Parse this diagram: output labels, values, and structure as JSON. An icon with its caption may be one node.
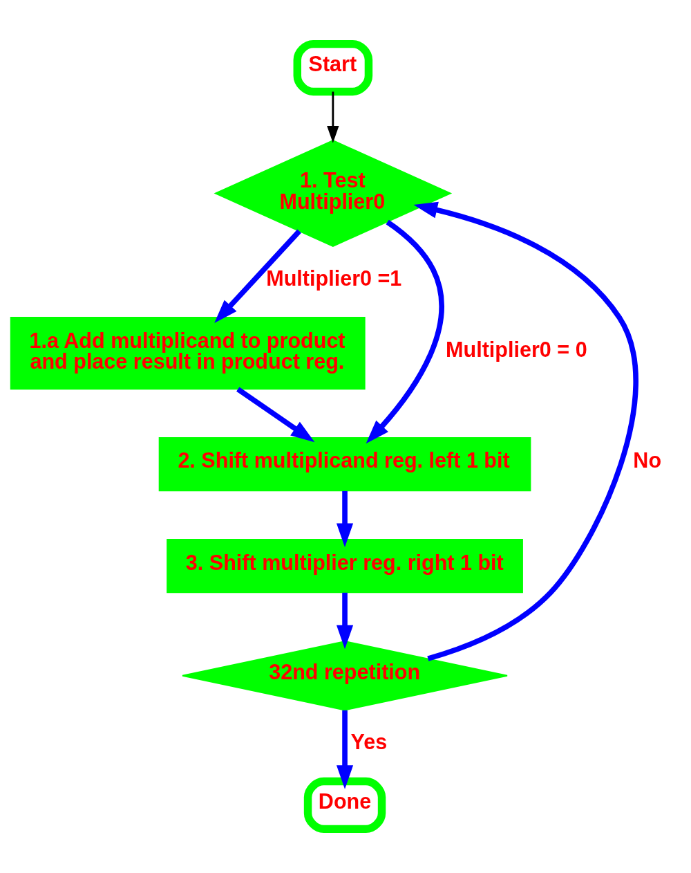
{
  "diagram": {
    "nodes": [
      {
        "text": [
          "Start"
        ]
      },
      {
        "text": [
          "1. Test Multiplier0"
        ]
      },
      {
        "text": [
          "1.a Add multiplicand to product and place result in product reg."
        ]
      },
      {
        "text": [
          "2. Shift multiplicand reg. left 1 bit"
        ]
      },
      {
        "text": [
          "3. Shift multiplier reg. right 1 bit"
        ]
      },
      {
        "text": [
          "32nd repetition"
        ]
      },
      {
        "text": [
          "Done"
        ]
      }
    ],
    "edges": [
      {
        "from": 0,
        "to": 1,
        "arrow": "to",
        "color": "#000000"
      },
      {
        "from": 1,
        "to": 2,
        "arrow": "to",
        "label": "Multiplier0 =1"
      },
      {
        "from": 1,
        "to": 3,
        "arrow": "to",
        "label": "Multiplier0 = 0"
      },
      {
        "from": 2,
        "to": 3,
        "arrow": "to"
      },
      {
        "from": 3,
        "to": 4,
        "arrow": "to"
      },
      {
        "from": 4,
        "to": 5,
        "arrow": "to"
      },
      {
        "from": 5,
        "to": 6,
        "arrow": "to",
        "label": "Yes"
      },
      {
        "from": 5,
        "to": 1,
        "arrow": "to",
        "label": "No"
      }
    ]
  }
}
